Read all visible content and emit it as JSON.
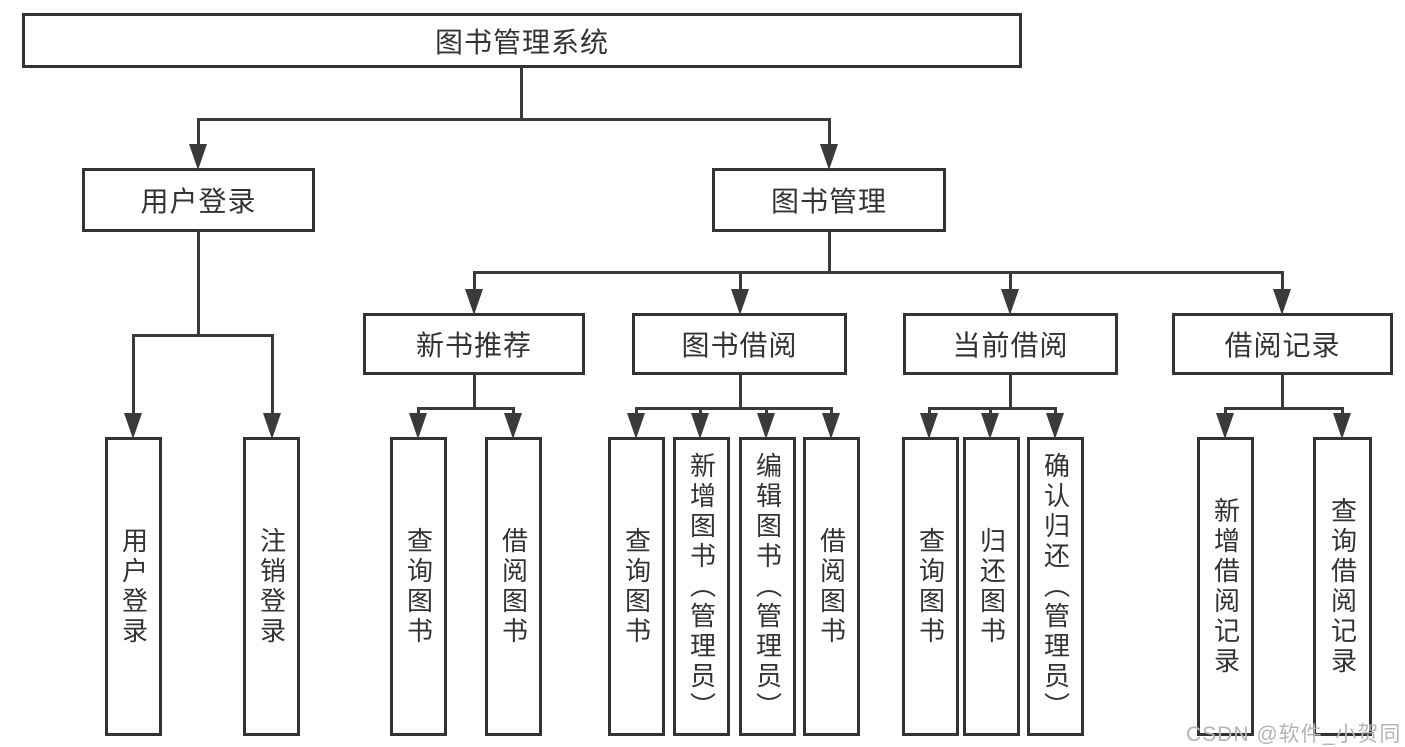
{
  "diagram_title": "图书管理系统",
  "root": {
    "label": "图书管理系统"
  },
  "branches": [
    {
      "label": "用户登录",
      "children": [
        {
          "label": "用户登录"
        },
        {
          "label": "注销登录"
        }
      ]
    },
    {
      "label": "图书管理",
      "children": [
        {
          "label": "新书推荐",
          "children": [
            {
              "label": "查询图书"
            },
            {
              "label": "借阅图书"
            }
          ]
        },
        {
          "label": "图书借阅",
          "children": [
            {
              "label": "查询图书"
            },
            {
              "label": "新增图书（管理员）"
            },
            {
              "label": "编辑图书（管理员）"
            },
            {
              "label": "借阅图书"
            }
          ]
        },
        {
          "label": "当前借阅",
          "children": [
            {
              "label": "查询图书"
            },
            {
              "label": "归还图书"
            },
            {
              "label": "确认归还（管理员）"
            }
          ]
        },
        {
          "label": "借阅记录",
          "children": [
            {
              "label": "新增借阅记录"
            },
            {
              "label": "查询借阅记录"
            }
          ]
        }
      ]
    }
  ],
  "watermark": "CSDN @软件_小贺同学",
  "colors": {
    "line": "#3a3a3a",
    "border": "#333333",
    "text": "#333333",
    "watermark": "#b5b5b5",
    "background": "#ffffff"
  }
}
